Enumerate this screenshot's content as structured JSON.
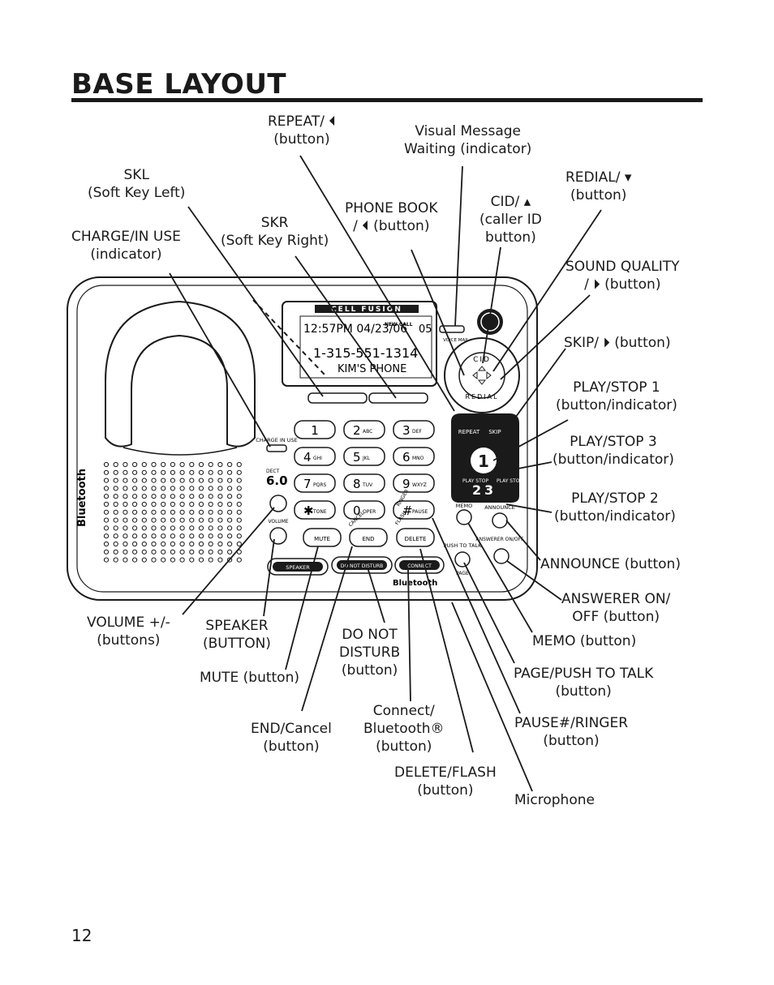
{
  "page": {
    "title": "BASE LAYOUT",
    "page_number": "12"
  },
  "labels": {
    "repeat": [
      "REPEAT/ ⏴",
      "(button)"
    ],
    "visual_message": [
      "Visual Message",
      "Waiting (indicator)"
    ],
    "skl": [
      "SKL",
      "(Soft Key Left)"
    ],
    "redial": [
      "REDIAL/ ▾",
      "(button)"
    ],
    "phone_book": [
      "PHONE BOOK",
      "/ ⏴ (button)"
    ],
    "cid": [
      "CID/ ▴",
      "(caller ID",
      "button)"
    ],
    "skr": [
      "SKR",
      "(Soft Key Right)"
    ],
    "charge": [
      "CHARGE/IN USE",
      "(indicator)"
    ],
    "sound_quality": [
      "SOUND QUALITY",
      "/  ⏵  (button)"
    ],
    "skip": [
      "SKIP/ ⏵  (button)"
    ],
    "play1": [
      "PLAY/STOP 1",
      "(button/indicator)"
    ],
    "play3": [
      "PLAY/STOP 3",
      "(button/indicator)"
    ],
    "play2": [
      "PLAY/STOP 2",
      "(button/indicator)"
    ],
    "announce": [
      "ANNOUNCE (button)"
    ],
    "answerer": [
      "ANSWERER ON/",
      "OFF (button)"
    ],
    "volume": [
      "VOLUME +/-",
      "(buttons)"
    ],
    "speaker": [
      "SPEAKER",
      "(BUTTON)"
    ],
    "dnd": [
      "DO NOT",
      "DISTURB",
      "(button)"
    ],
    "memo": [
      "MEMO (button)"
    ],
    "mute": [
      "MUTE (button)"
    ],
    "page_ptt": [
      "PAGE/PUSH TO TALK",
      "(button)"
    ],
    "end": [
      "END/Cancel",
      "(button)"
    ],
    "connect": [
      "Connect/",
      "Bluetooth®",
      "(button)"
    ],
    "pause": [
      "PAUSE#/RINGER",
      "(button)"
    ],
    "delete": [
      "DELETE/FLASH",
      "(button)"
    ],
    "microphone": [
      "Microphone"
    ]
  },
  "device": {
    "brand": "CELL FUSION",
    "lcd_line1": "12:57PM 04/23/06",
    "lcd_newcall": "NEW CALL",
    "lcd_count": "05",
    "lcd_number": "1-315-551-1314",
    "lcd_name": "KIM'S PHONE",
    "voice_mail": "VOICE MAIL",
    "charge_label": "CHARGE IN USE",
    "dect": "DECT",
    "dect_ver": "6.0",
    "volume": "VOLUME",
    "bluetooth": "Bluetooth",
    "cid": "CID",
    "redial": "REDIAL",
    "repeat": "REPEAT",
    "skip": "SKIP",
    "play_stop": "PLAY STOP",
    "memo": "MEMO",
    "announce": "ANNOUNCE",
    "answerer": "ANSWERER ON/OFF",
    "push_to_talk": "PUSH TO TALK",
    "page": "PAGE",
    "keys": [
      {
        "d": "1",
        "s": ""
      },
      {
        "d": "2",
        "s": "ABC"
      },
      {
        "d": "3",
        "s": "DEF"
      },
      {
        "d": "4",
        "s": "GHI"
      },
      {
        "d": "5",
        "s": "JKL"
      },
      {
        "d": "6",
        "s": "MNO"
      },
      {
        "d": "7",
        "s": "PQRS"
      },
      {
        "d": "8",
        "s": "TUV"
      },
      {
        "d": "9",
        "s": "WXYZ"
      },
      {
        "d": "✱",
        "s": "TONE"
      },
      {
        "d": "0",
        "s": "OPER"
      },
      {
        "d": "#",
        "s": "PAUSE"
      }
    ],
    "mute": "MUTE",
    "end": "END",
    "delete": "DELETE",
    "speaker": "SPEAKER",
    "dnd": "DO NOT DISTURB",
    "connect": "CONNECT",
    "ringer": "RINGER",
    "flash": "FLASH",
    "cancel": "CANCEL"
  },
  "colors": {
    "ink": "#1a1a1a",
    "device_fill": "#ffffff",
    "dark_panel": "#1a1a1a"
  }
}
